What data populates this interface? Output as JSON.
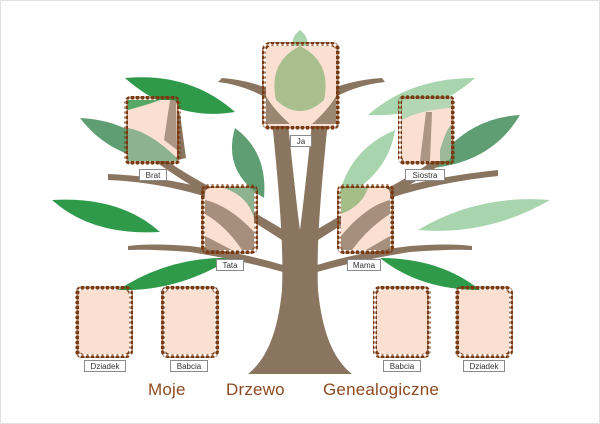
{
  "colors": {
    "trunk": "#8a7560",
    "leaf_dark": "#2e9a4a",
    "leaf_mid": "#5e9e72",
    "leaf_light": "#a8d4ae",
    "frame_fill": "#fbe0d2",
    "frame_border": "#7a3a12",
    "title": "#8b4a22"
  },
  "members": {
    "ja": "Ja",
    "brat": "Brat",
    "siostra": "Siostra",
    "tata": "Tata",
    "mama": "Mama",
    "dziadek_left": "Dziadek",
    "babcia_left": "Babcia",
    "babcia_right": "Babcia",
    "dziadek_right": "Dziadek"
  },
  "title": {
    "word1": "Moje",
    "word2": "Drzewo",
    "word3": "Genealogiczne"
  }
}
